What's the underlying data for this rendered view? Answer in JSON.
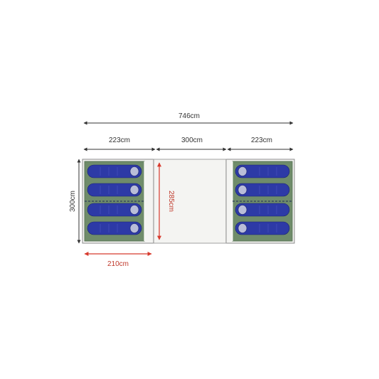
{
  "dimensions": {
    "overall_width": "746cm",
    "left_bedroom_width": "223cm",
    "living_width": "300cm",
    "right_bedroom_width": "223cm",
    "depth": "300cm",
    "inner_depth": "285cm",
    "bedroom_inner_width": "210cm"
  },
  "layout": {
    "sleeping_bags_per_bedroom": 4,
    "bedrooms": [
      "left",
      "right"
    ]
  },
  "colors": {
    "bedroom_fill": "#6f8c6a",
    "sleeping_bag": "#2d3aa6",
    "sleeping_bag_hood": "#b9bdd8",
    "living_fill": "#f4f4f2",
    "dimension_line": "#333333",
    "accent_dimension": "#d83b2e",
    "outline": "#8a8a8a"
  }
}
